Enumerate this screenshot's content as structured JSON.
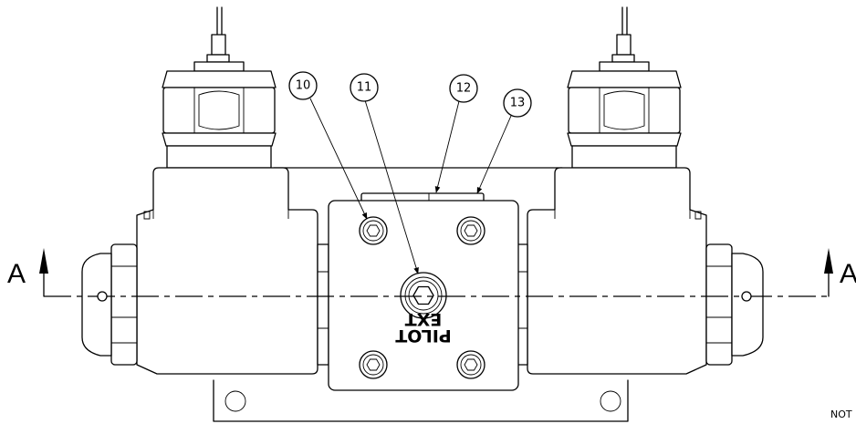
{
  "balloons": [
    {
      "label": "10"
    },
    {
      "label": "11"
    },
    {
      "label": "12"
    },
    {
      "label": "13"
    }
  ],
  "section": {
    "left_label": "A",
    "right_label": "A"
  },
  "stamp": {
    "line1": "PILOT",
    "line2": "EXT"
  },
  "note": "NOT"
}
